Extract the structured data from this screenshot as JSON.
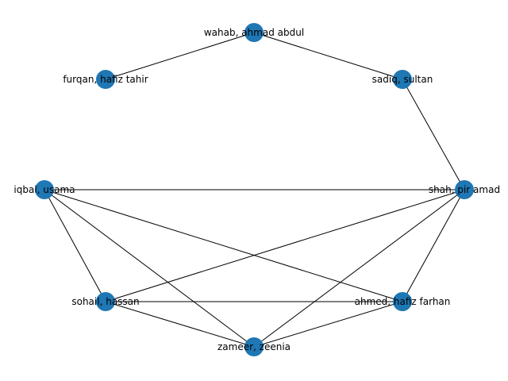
{
  "graph": {
    "node_color": "#1f77b4",
    "edge_color": "#000000",
    "nodes": [
      {
        "id": "wahab",
        "label": "wahab, ahmad abdul"
      },
      {
        "id": "furqan",
        "label": "furqan, hafiz tahir"
      },
      {
        "id": "sadiq",
        "label": "sadiq, sultan"
      },
      {
        "id": "iqbal",
        "label": "iqbal, usama"
      },
      {
        "id": "shah",
        "label": "shah, pir amad"
      },
      {
        "id": "sohail",
        "label": "sohail, hassan"
      },
      {
        "id": "ahmed",
        "label": "ahmed, hafiz farhan"
      },
      {
        "id": "zameer",
        "label": "zameer, zeenia"
      }
    ],
    "edges": [
      [
        "wahab",
        "furqan"
      ],
      [
        "wahab",
        "sadiq"
      ],
      [
        "sadiq",
        "shah"
      ],
      [
        "iqbal",
        "shah"
      ],
      [
        "iqbal",
        "sohail"
      ],
      [
        "iqbal",
        "zameer"
      ],
      [
        "iqbal",
        "ahmed"
      ],
      [
        "shah",
        "sohail"
      ],
      [
        "shah",
        "zameer"
      ],
      [
        "shah",
        "ahmed"
      ],
      [
        "sohail",
        "ahmed"
      ],
      [
        "sohail",
        "zameer"
      ],
      [
        "zameer",
        "ahmed"
      ]
    ]
  }
}
